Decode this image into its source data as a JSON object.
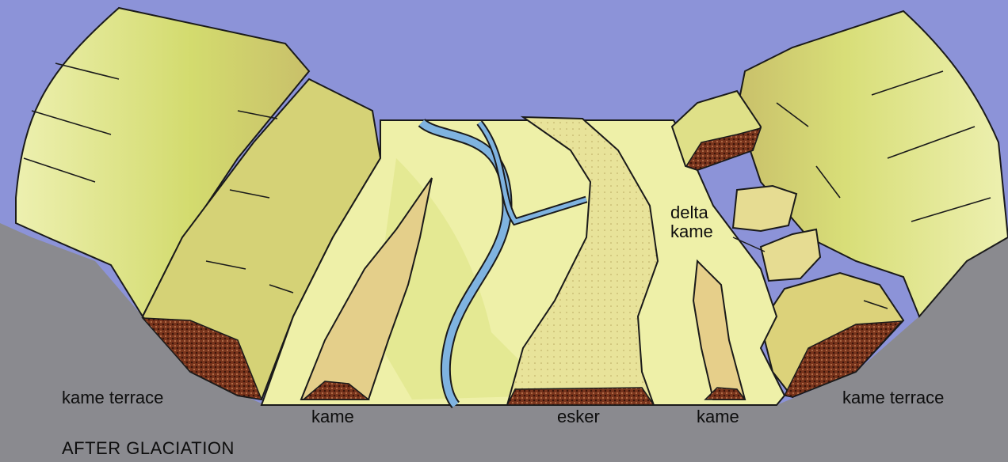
{
  "labels": {
    "kame_terrace_left": "kame terrace",
    "kame_left": "kame",
    "esker": "esker",
    "kame_right": "kame",
    "kame_terrace_right": "kame terrace",
    "delta_kame_line1": "delta",
    "delta_kame_line2": "kame"
  },
  "caption": "AFTER GLACIATION",
  "colors": {
    "sky": "#8c93d8",
    "ground_section": "#8a8a8f",
    "valley_floor": "#eef0a8",
    "terrace_green": "#d9e27a",
    "sediment": "#8a3f24",
    "river": "#7fb3e0",
    "outline": "#1a1a1a"
  }
}
